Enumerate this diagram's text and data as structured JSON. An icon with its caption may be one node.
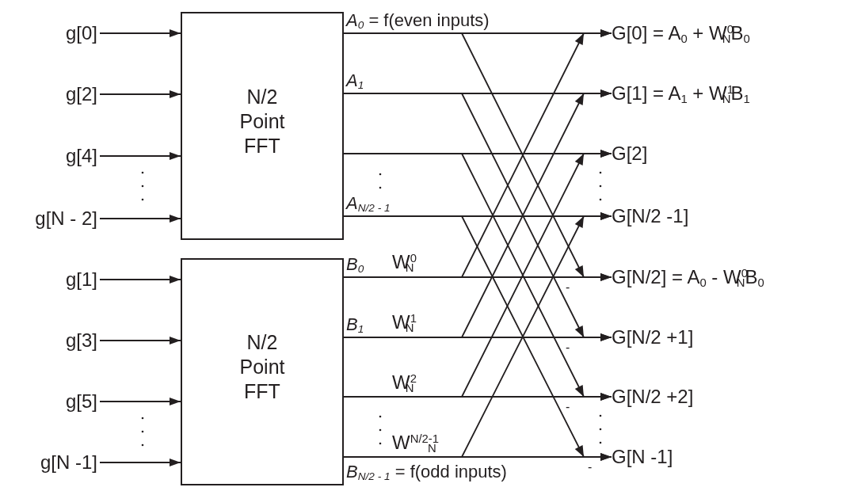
{
  "diagram": {
    "nodes": [
      {
        "text": [
          "g[0]"
        ]
      },
      {
        "text": [
          "g[2]"
        ]
      },
      {
        "text": [
          "g[4]"
        ]
      },
      {
        "text": [
          "g[N - 2]"
        ]
      },
      {
        "text": [
          "N/2 Point FFT"
        ]
      },
      {
        "text": [
          "g[1]"
        ]
      },
      {
        "text": [
          "g[3]"
        ]
      },
      {
        "text": [
          "g[5]"
        ]
      },
      {
        "text": [
          "g[N -1]"
        ]
      },
      {
        "text": [
          "N/2 Point FFT"
        ]
      },
      {
        "text": [
          "G[0] = A$_{0}$ + W$^{0}$$_{N}$B$_{0}$"
        ]
      },
      {
        "text": [
          "G[1] = A$_{1}$ + W$^{1}$$_{N}$B$_{1}$"
        ]
      },
      {
        "text": [
          "G[2]"
        ]
      },
      {
        "text": [
          "G[N/2 -1]"
        ]
      },
      {
        "text": [
          "G[N/2] = A$_{0}$ - W$^{0}$$_{N}$B$_{0}$"
        ]
      },
      {
        "text": [
          "G[N/2 +1]"
        ]
      },
      {
        "text": [
          "G[N/2 +2]"
        ]
      },
      {
        "text": [
          "G[N -1]"
        ]
      }
    ],
    "edges": [
      {
        "from": 0,
        "to": 4,
        "arrow": "to"
      },
      {
        "from": 1,
        "to": 4,
        "arrow": "to"
      },
      {
        "from": 2,
        "to": 4,
        "arrow": "to"
      },
      {
        "from": 3,
        "to": 4,
        "arrow": "to"
      },
      {
        "from": 5,
        "to": 9,
        "arrow": "to"
      },
      {
        "from": 6,
        "to": 9,
        "arrow": "to"
      },
      {
        "from": 7,
        "to": 9,
        "arrow": "to"
      },
      {
        "from": 8,
        "to": 9,
        "arrow": "to"
      },
      {
        "from": 4,
        "to": 10,
        "arrow": "to",
        "label": "*A*$_{0}$ = f(even inputs)"
      },
      {
        "from": 4,
        "to": 11,
        "arrow": "to",
        "label": "*A*$_{1}$"
      },
      {
        "from": 4,
        "to": 12,
        "arrow": "to"
      },
      {
        "from": 4,
        "to": 13,
        "arrow": "to",
        "label": "*A*$_{N/2 - 1}$"
      },
      {
        "from": 9,
        "to": 14,
        "arrow": "to",
        "label": "*B*$_{0}$"
      },
      {
        "from": 9,
        "to": 15,
        "arrow": "to",
        "label": "*B*$_{1}$"
      },
      {
        "from": 9,
        "to": 16,
        "arrow": "to"
      },
      {
        "from": 9,
        "to": 17,
        "arrow": "to",
        "label": "*B*$_{N/2 - 1}$ = f(odd inputs)"
      },
      {
        "from": 4,
        "to": 14,
        "arrow": "to"
      },
      {
        "from": 4,
        "to": 15,
        "arrow": "to"
      },
      {
        "from": 4,
        "to": 16,
        "arrow": "to"
      },
      {
        "from": 4,
        "to": 17,
        "arrow": "to"
      },
      {
        "from": 9,
        "to": 10,
        "arrow": "to"
      },
      {
        "from": 9,
        "to": 11,
        "arrow": "to"
      },
      {
        "from": 9,
        "to": 12,
        "arrow": "to"
      },
      {
        "from": 9,
        "to": 13,
        "arrow": "to"
      }
    ],
    "labels": [
      "W$^{0}$$_{N}$",
      "W$^{1}$$_{N}$",
      "W$^{2}$$_{N}$",
      "W$^{N/2-1}$$_{N}$",
      "-",
      "-",
      "-",
      "-"
    ]
  }
}
